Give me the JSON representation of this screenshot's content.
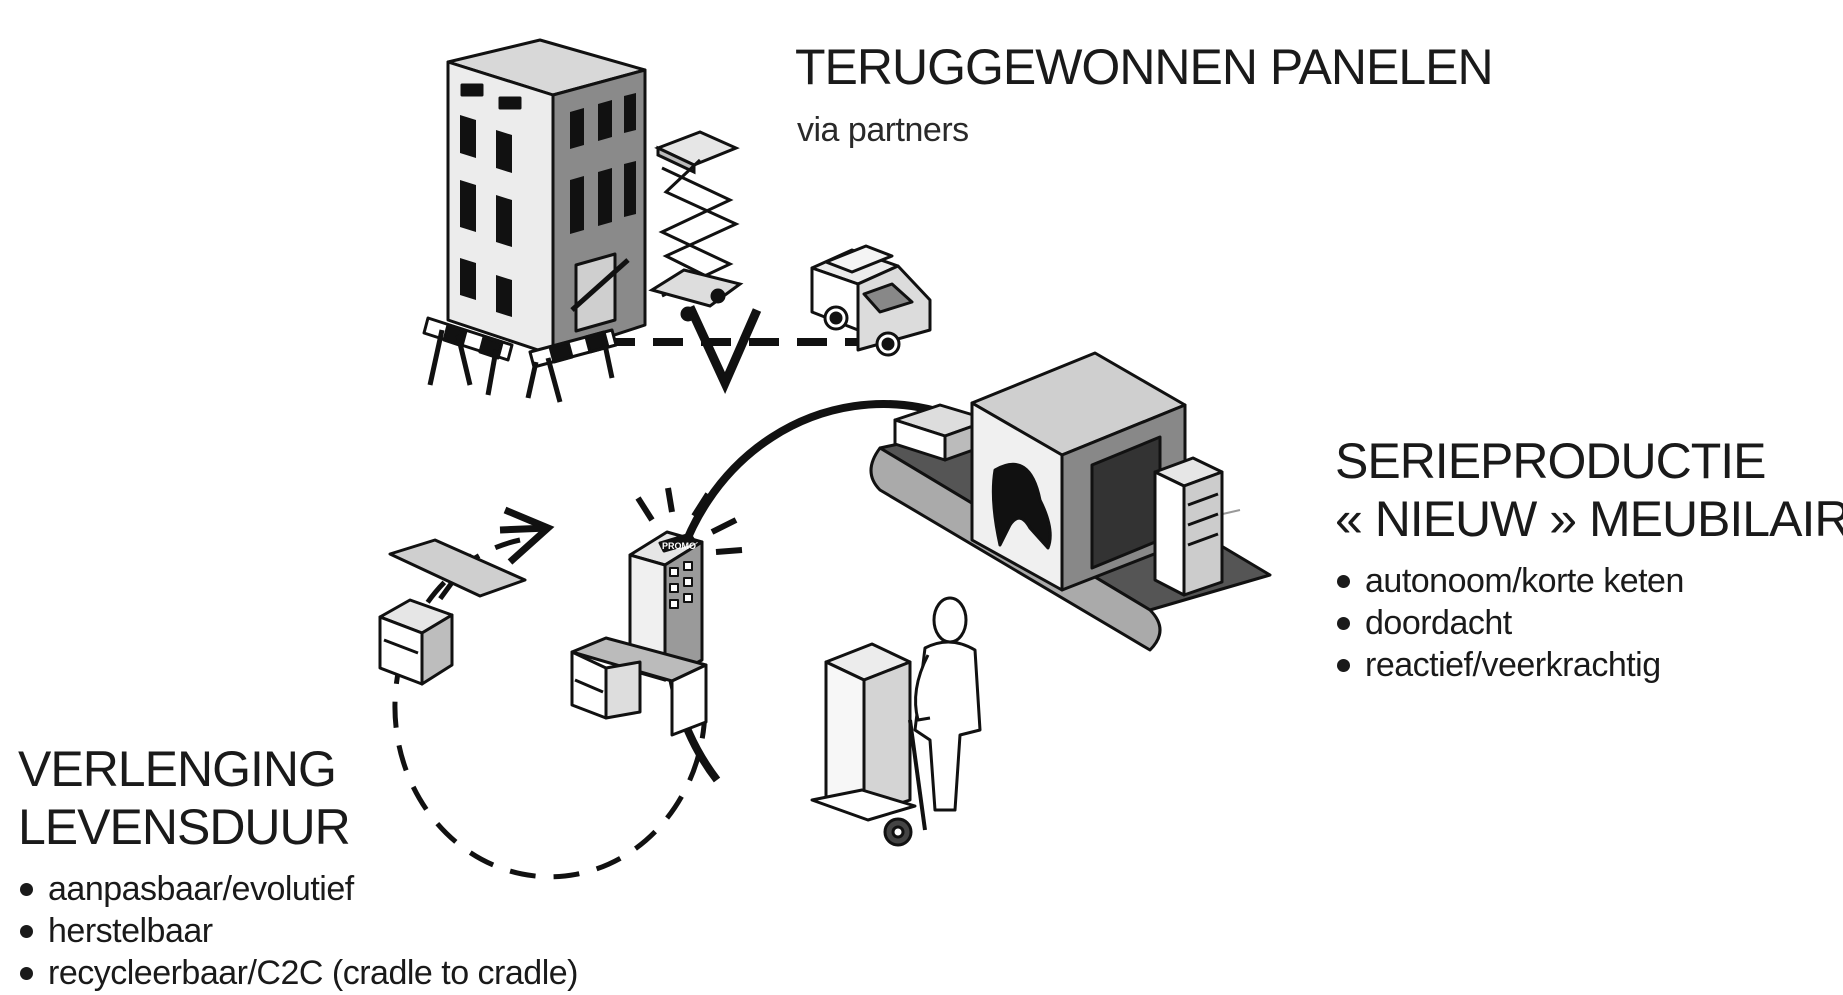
{
  "top": {
    "title": "TERUGGEWONNEN PANELEN",
    "subtitle": "via partners"
  },
  "right": {
    "title_line1": "SERIEPRODUCTIE",
    "title_line2": "« NIEUW » MEUBILAIR",
    "bullets": [
      "autonoom/korte keten",
      "doordacht",
      "reactief/veerkrachtig"
    ]
  },
  "left": {
    "title_line1": "VERLENGING",
    "title_line2": "LEVENSDUUR",
    "bullets": [
      "aanpasbaar/evolutief",
      "herstelbaar",
      "recycleerbaar/C2C (cradle to cradle)"
    ]
  },
  "illustration": {
    "promo_label": "PROMO",
    "icons": [
      "building-icon",
      "scissor-lift-icon",
      "truck-icon",
      "factory-machine-icon",
      "logo-icon",
      "conveyor-belt-icon",
      "cabinet-icon",
      "worker-icon",
      "hand-truck-icon",
      "promo-display-icon",
      "desk-icon",
      "drawer-unit-icon",
      "panel-icon"
    ]
  }
}
